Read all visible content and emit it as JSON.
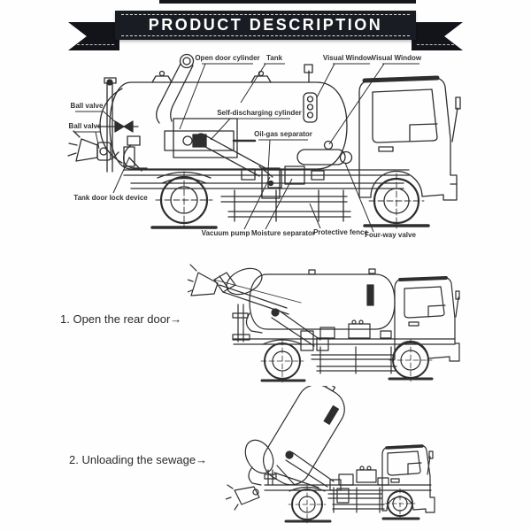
{
  "banner": {
    "title": "PRODUCT DESCRIPTION",
    "band_color": "#1a1c23",
    "text_color": "#ffffff"
  },
  "diagram": {
    "labels": {
      "open_door_cylinder": "Open door cylinder",
      "tank": "Tank",
      "visual_window_1": "Visual Window",
      "visual_window_2": "Visual Window",
      "ball_valve_1": "Ball valve",
      "ball_valve_2": "Ball valve",
      "tank_door_lock_device": "Tank door lock device",
      "self_discharging_cylinder": "Self-discharging cylinder",
      "oil_gas_separator": "Oil-gas separator",
      "vacuum_pump": "Vacuum pump",
      "moisture_separator": "Moisture separator",
      "protective_fence": "Protective fence",
      "four_way_valve": "Four-way valve"
    }
  },
  "steps": [
    {
      "label": "1. Open the rear door→"
    },
    {
      "label": "2. Unloading the sewage→"
    }
  ],
  "line_color": "#2e2e2e",
  "label_color": "#333333"
}
